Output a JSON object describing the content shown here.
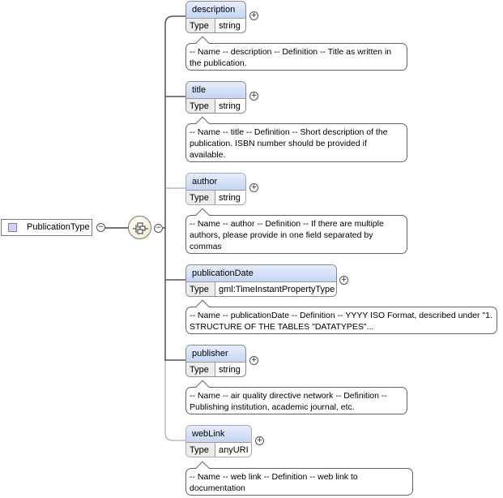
{
  "root": {
    "name": "PublicationType",
    "collapse_symbol": "−"
  },
  "sequence": {
    "icon": "sequence-icon",
    "collapse_symbol": "−"
  },
  "type_label": "Type",
  "expand_symbol": "+",
  "elements": [
    {
      "name": "description",
      "type": "string",
      "annotation": "-- Name -- description -- Definition -- Title as written in the publication."
    },
    {
      "name": "title",
      "type": "string",
      "annotation": "-- Name -- title -- Definition -- Short description of the publication. ISBN number should be provided if available."
    },
    {
      "name": "author",
      "type": "string",
      "annotation": "-- Name -- author -- Definition -- If there are multiple authors, please provide in one field separated by commas"
    },
    {
      "name": "publicationDate",
      "type": "gml:TimeInstantPropertyType",
      "annotation": "-- Name -- publicationDate -- Definition -- YYYY ISO Format, described under \"1. STRUCTURE OF THE TABLES \"DATATYPES\"..."
    },
    {
      "name": "publisher",
      "type": "string",
      "annotation": "-- Name -- air quality directive network -- Definition -- Publishing institution, academic journal, etc."
    },
    {
      "name": "webLink",
      "type": "anyURI",
      "annotation": "-- Name -- web link -- Definition -- web link to documentation"
    }
  ]
}
